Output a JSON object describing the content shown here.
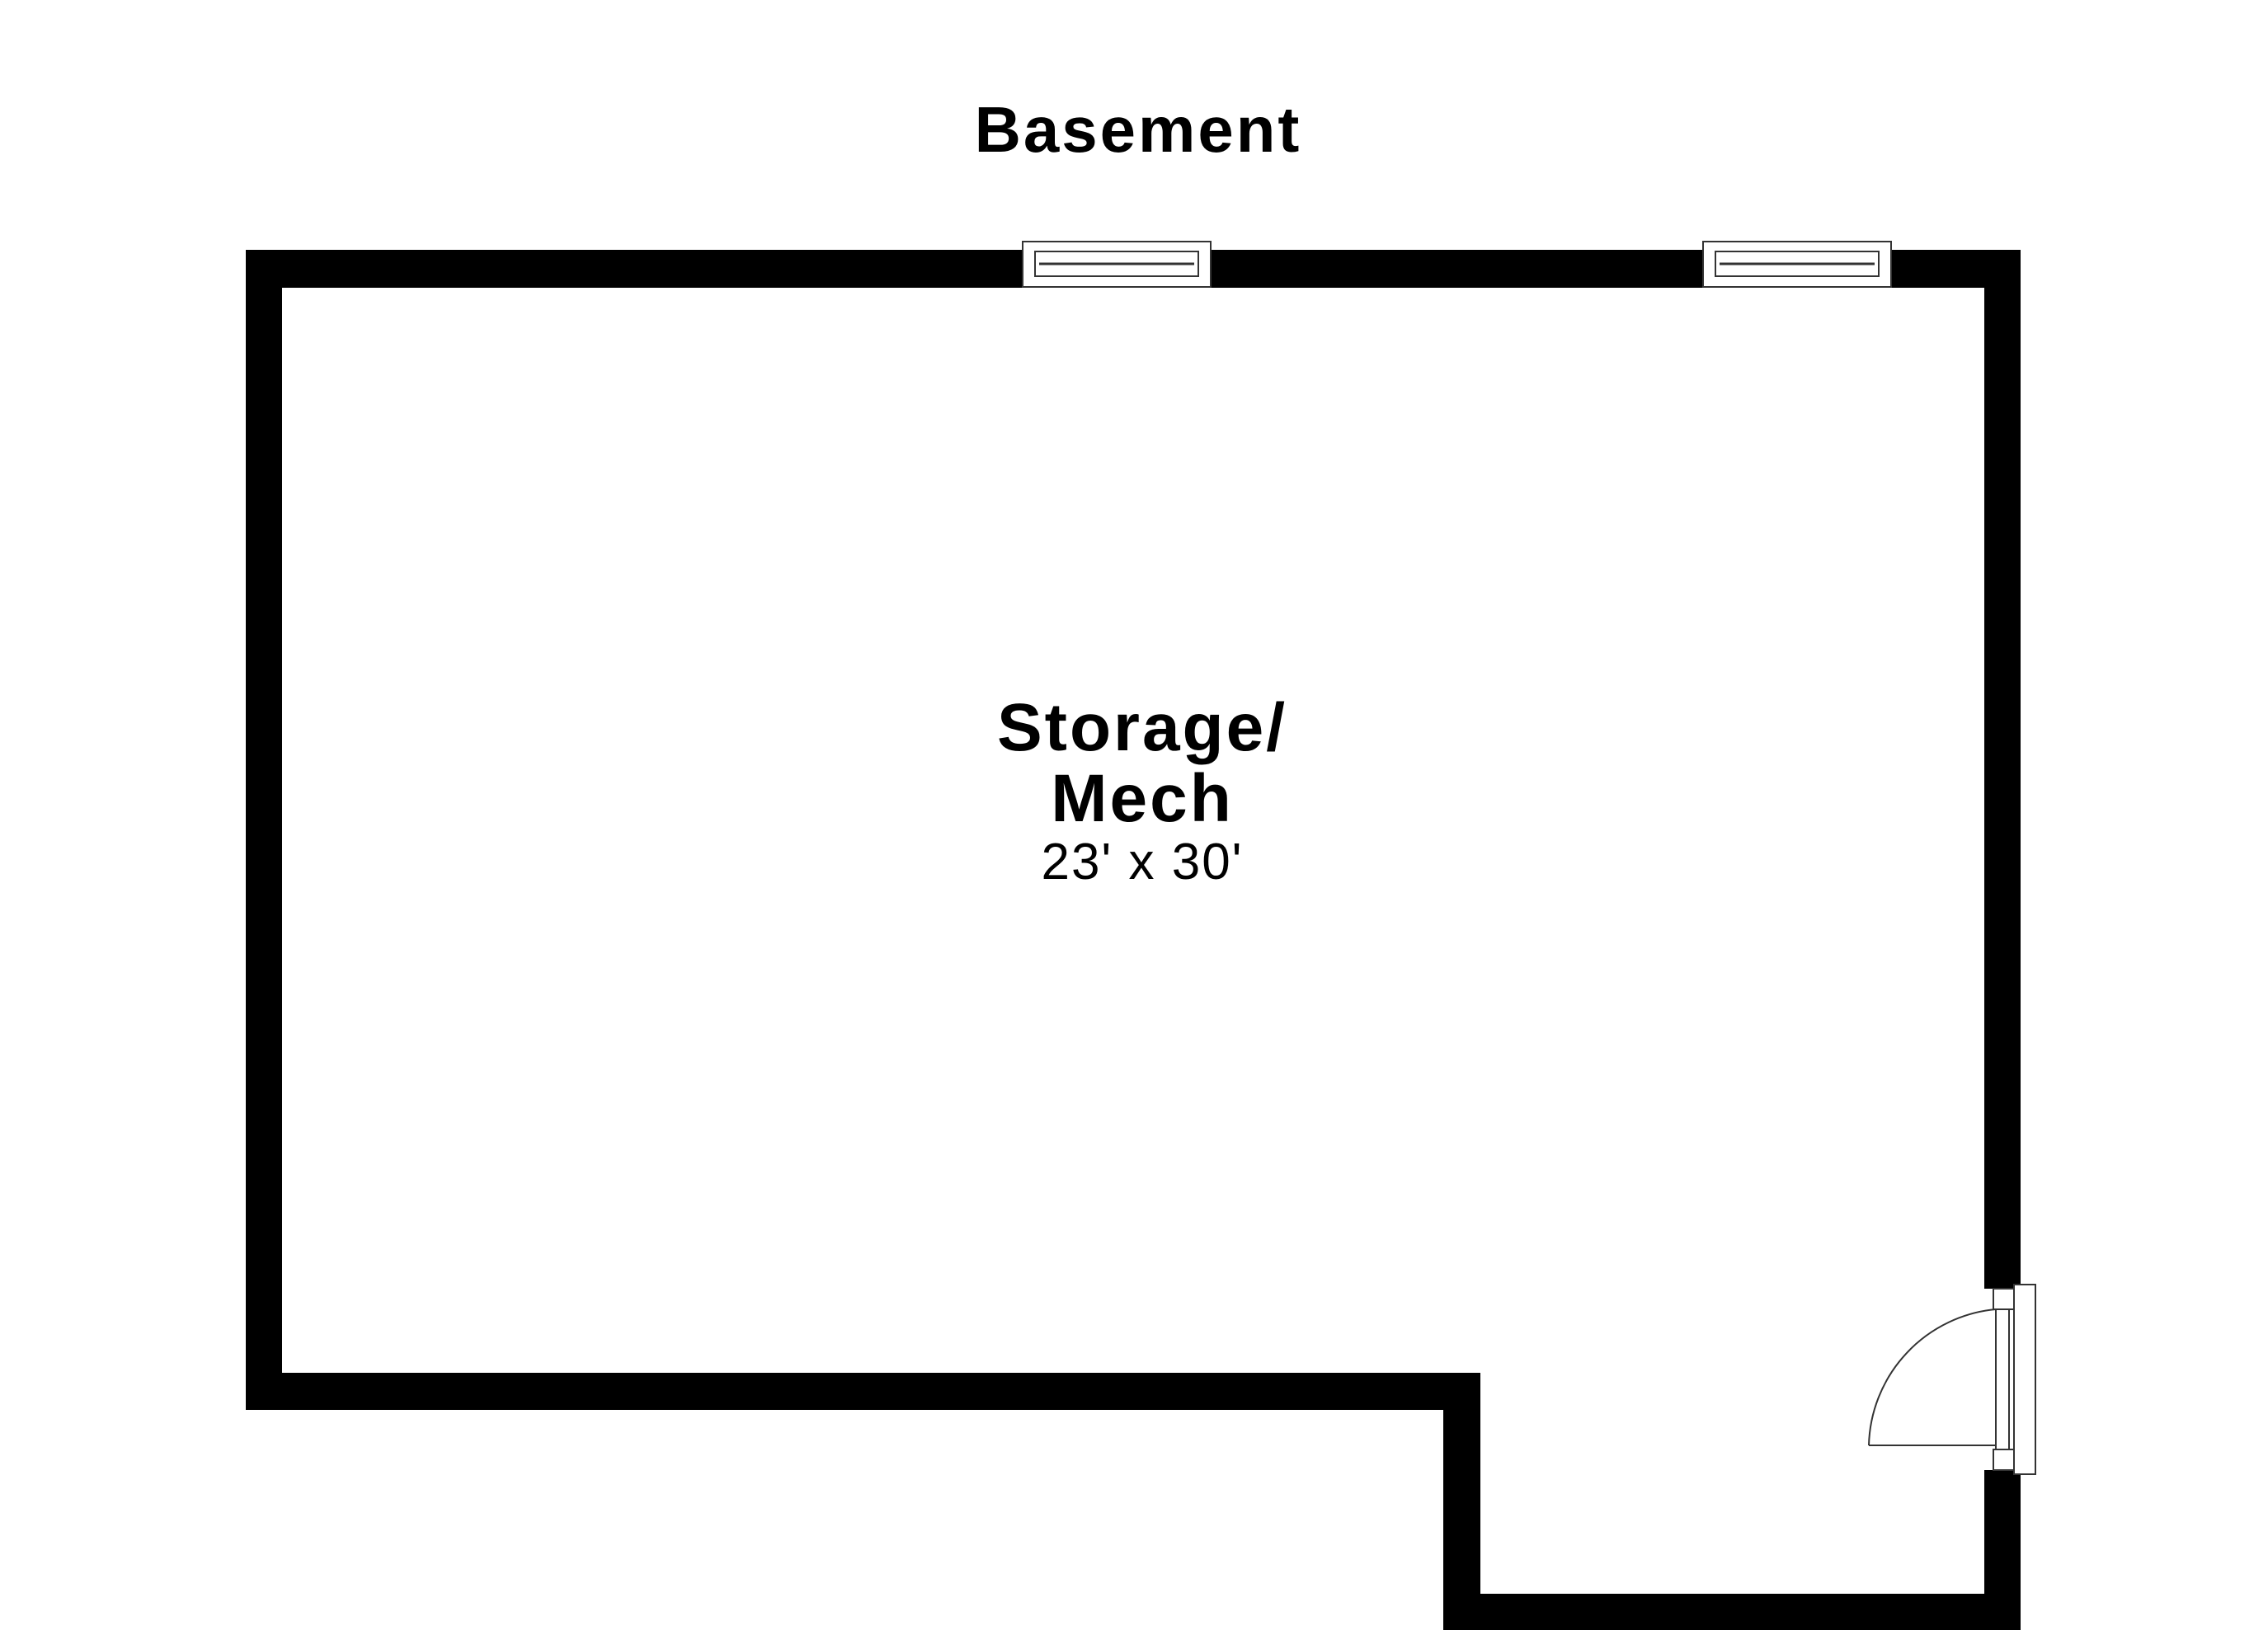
{
  "floor": {
    "title": "Basement"
  },
  "rooms": [
    {
      "name_line1": "Storage/",
      "name_line2": "Mech",
      "dimensions": "23' x 30'"
    }
  ],
  "colors": {
    "wall": "#000000",
    "background": "#ffffff",
    "fixture_line": "#333333"
  }
}
